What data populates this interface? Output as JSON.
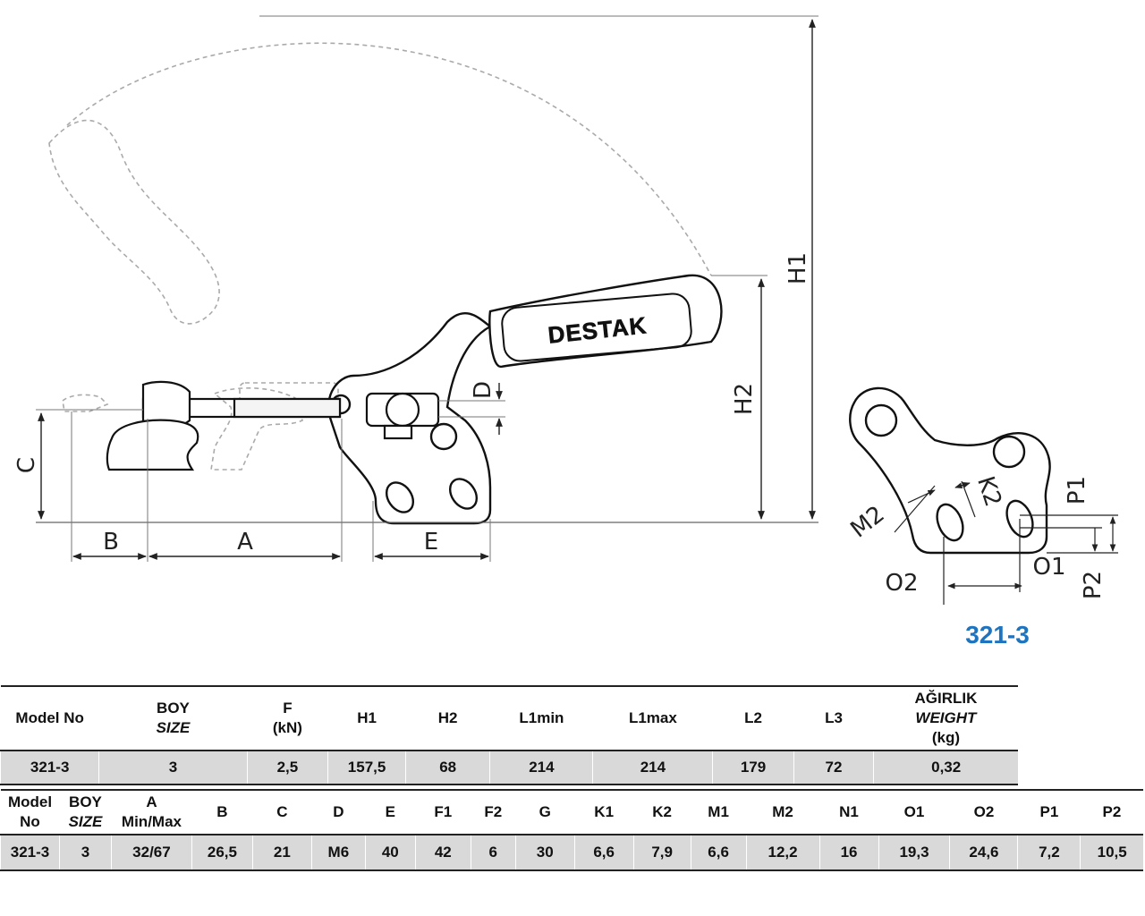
{
  "drawing": {
    "brand": "DESTAK",
    "dimension_labels": {
      "H1": "H1",
      "H2": "H2",
      "C": "C",
      "D": "D",
      "B": "B",
      "A": "A",
      "E": "E",
      "M2": "M2",
      "K2": "K2",
      "P1": "P1",
      "P2": "P2",
      "O1": "O1",
      "O2": "O2"
    },
    "model_title": "321-3"
  },
  "table1": {
    "headers": [
      {
        "line1": "Model No",
        "line2": ""
      },
      {
        "line1": "BOY",
        "line2": "SIZE"
      },
      {
        "line1": "F",
        "line2": "(kN)"
      },
      {
        "line1": "H1",
        "line2": ""
      },
      {
        "line1": "H2",
        "line2": ""
      },
      {
        "line1": "L1min",
        "line2": ""
      },
      {
        "line1": "L1max",
        "line2": ""
      },
      {
        "line1": "L2",
        "line2": ""
      },
      {
        "line1": "L3",
        "line2": ""
      },
      {
        "line1": "AĞIRLIK",
        "line2": "WEIGHT",
        "line3": "(kg)"
      }
    ],
    "row": [
      "321-3",
      "3",
      "2,5",
      "157,5",
      "68",
      "214",
      "214",
      "179",
      "72",
      "0,32"
    ]
  },
  "table2": {
    "headers": [
      {
        "line1": "Model",
        "line2": "No"
      },
      {
        "line1": "BOY",
        "line2": "SIZE"
      },
      {
        "line1": "A",
        "line2": "Min/Max"
      },
      {
        "line1": "B",
        "line2": ""
      },
      {
        "line1": "C",
        "line2": ""
      },
      {
        "line1": "D",
        "line2": ""
      },
      {
        "line1": "E",
        "line2": ""
      },
      {
        "line1": "F1",
        "line2": ""
      },
      {
        "line1": "F2",
        "line2": ""
      },
      {
        "line1": "G",
        "line2": ""
      },
      {
        "line1": "K1",
        "line2": ""
      },
      {
        "line1": "K2",
        "line2": ""
      },
      {
        "line1": "M1",
        "line2": ""
      },
      {
        "line1": "M2",
        "line2": ""
      },
      {
        "line1": "N1",
        "line2": ""
      },
      {
        "line1": "O1",
        "line2": ""
      },
      {
        "line1": "O2",
        "line2": ""
      },
      {
        "line1": "P1",
        "line2": ""
      },
      {
        "line1": "P2",
        "line2": ""
      }
    ],
    "row": [
      "321-3",
      "3",
      "32/67",
      "26,5",
      "21",
      "M6",
      "40",
      "42",
      "6",
      "30",
      "6,6",
      "7,9",
      "6,6",
      "12,2",
      "16",
      "19,3",
      "24,6",
      "7,2",
      "10,5"
    ]
  }
}
